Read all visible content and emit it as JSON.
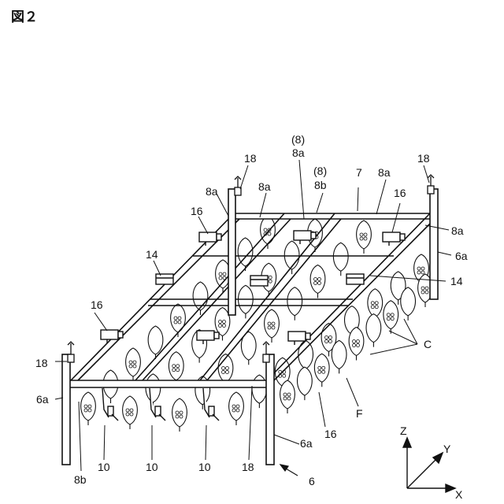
{
  "figure": {
    "title": "図２"
  },
  "labels": {
    "l18": "18",
    "l8": "(8)",
    "l8a": "8a",
    "l8b": "8b",
    "l7": "7",
    "l16": "16",
    "l14": "14",
    "l6a": "6a",
    "lC": "C",
    "lF": "F",
    "l10": "10",
    "l6": "6"
  },
  "axes": {
    "z": "Z",
    "y": "Y",
    "x": "X"
  }
}
